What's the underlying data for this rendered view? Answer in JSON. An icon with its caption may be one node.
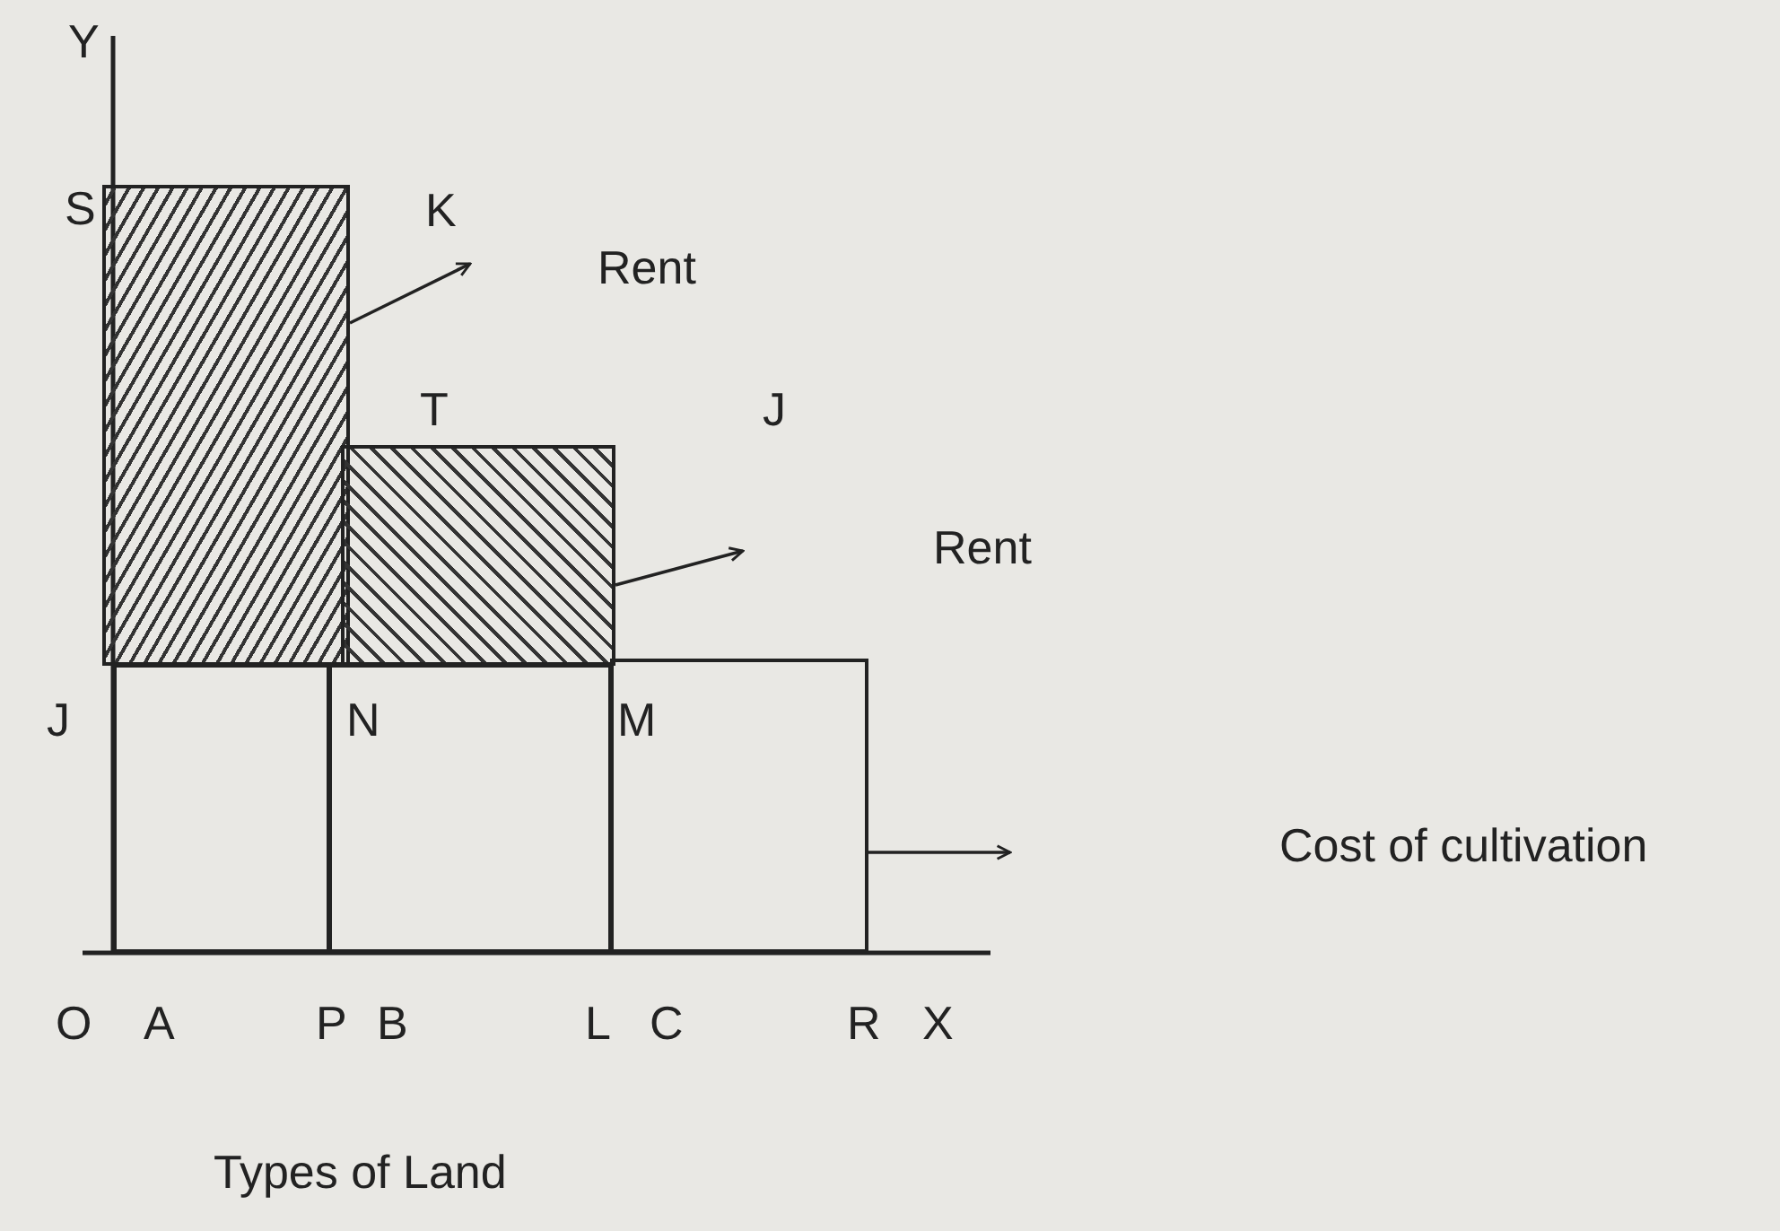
{
  "diagram": {
    "nodes": [
      {
        "text": [],
        "shape": "box"
      },
      {
        "text": [],
        "shape": "box"
      },
      {
        "text": [],
        "shape": "box"
      },
      {
        "text": [],
        "shape": "box"
      },
      {
        "text": [],
        "shape": "box"
      }
    ],
    "edges": [
      {
        "from": 0,
        "to": null,
        "arrow": "to"
      },
      {
        "from": 1,
        "to": null,
        "arrow": "to"
      },
      {
        "from": 4,
        "to": null,
        "arrow": "to"
      }
    ],
    "labels": [
      "Y",
      "S",
      "K",
      "Rent",
      "T",
      "J",
      "Rent",
      "J",
      "N",
      "M",
      "Cost of cultivation",
      "O",
      "A",
      "P",
      "B",
      "L",
      "C",
      "R",
      "X",
      "Types of Land"
    ]
  }
}
